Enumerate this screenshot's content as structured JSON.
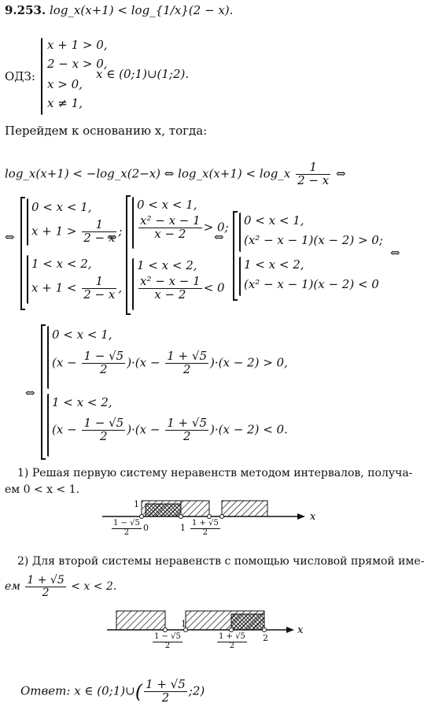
{
  "problem_number": "9.253.",
  "problem": "log_x(x+1) < log_{1/x}(2 − x).",
  "odz": {
    "label": "ОДЗ:",
    "conditions": [
      "x + 1 > 0,",
      "2 − x > 0,",
      "x > 0,",
      "x ≠ 1,"
    ],
    "result": "x ∈ (0;1)∪(1;2)."
  },
  "transition": "Перейдем к основанию x, тогда:",
  "step1": {
    "lhs": "log_x(x+1) < −log_x(2−x) ⇔ log_x(x+1) < log_x",
    "frac_num": "1",
    "frac_den": "2 − x",
    "tail": "⇔"
  },
  "block1": {
    "arrow": "⇔",
    "sys1_line1": "0 < x < 1,",
    "sys1_line2_lhs": "x + 1 >",
    "sys1_line2_num": "1",
    "sys1_line2_den": "2 − x",
    "sys1_line2_tail": ";",
    "sys2_line1": "1 < x < 2,",
    "sys2_line2_lhs": "x + 1 <",
    "sys2_line2_num": "1",
    "sys2_line2_den": "2 − x",
    "sys2_line2_tail": ",",
    "arrow2": "⇔",
    "b_sys1_line1": "0 < x < 1,",
    "b_sys1_num": "x² − x − 1",
    "b_sys1_den": "x − 2",
    "b_sys1_tail": "> 0;",
    "b_sys2_line1": "1 < x < 2,",
    "b_sys2_num": "x² − x − 1",
    "b_sys2_den": "x − 2",
    "b_sys2_tail": "< 0",
    "arrow3": "⇔",
    "c_sys1_line1": "0 < x < 1,",
    "c_sys1_line2": "(x² − x − 1)(x − 2) > 0;",
    "c_sys2_line1": "1 < x < 2,",
    "c_sys2_line2": "(x² − x − 1)(x − 2) < 0",
    "arrow4": "⇔"
  },
  "block2": {
    "arrow": "⇔",
    "sys1_line1": "0 < x < 1,",
    "sys1_a": "(x −",
    "sys1_a_num": "1 − √5",
    "sys1_a_den": "2",
    "sys1_b": ")·(x −",
    "sys1_b_num": "1 + √5",
    "sys1_b_den": "2",
    "sys1_tail": ")·(x − 2) > 0,",
    "sys2_line1": "1 < x < 2,",
    "sys2_a": "(x −",
    "sys2_a_num": "1 − √5",
    "sys2_a_den": "2",
    "sys2_b": ")·(x −",
    "sys2_b_num": "1 + √5",
    "sys2_b_den": "2",
    "sys2_tail": ")·(x − 2) < 0."
  },
  "para1_line1": "1) Решая первую систему неравенств методом интервалов, получа-",
  "para1_line2": "ем 0 < x < 1.",
  "axis1": {
    "labels_top": [
      "1",
      "1"
    ],
    "frac_num": "1 − √5",
    "frac_den": "2",
    "zero": "0",
    "frac2_num": "1 + √5",
    "frac2_den": "2",
    "x": "x"
  },
  "para2_line1": "2) Для второй системы неравенств с помощью числовой прямой име-",
  "para2_line2_pre": "ем",
  "para2_num": "1 + √5",
  "para2_den": "2",
  "para2_tail": "< x < 2.",
  "axis2": {
    "label_one": "1",
    "frac_num": "1 − √5",
    "frac_den": "2",
    "frac2_num": "1 + √5",
    "frac2_den": "2",
    "two": "2",
    "x": "x"
  },
  "answer": {
    "label": "Ответ:",
    "pre": "x ∈ (0;1)∪",
    "num": "1 + √5",
    "den": "2",
    "tail": ";2)"
  }
}
